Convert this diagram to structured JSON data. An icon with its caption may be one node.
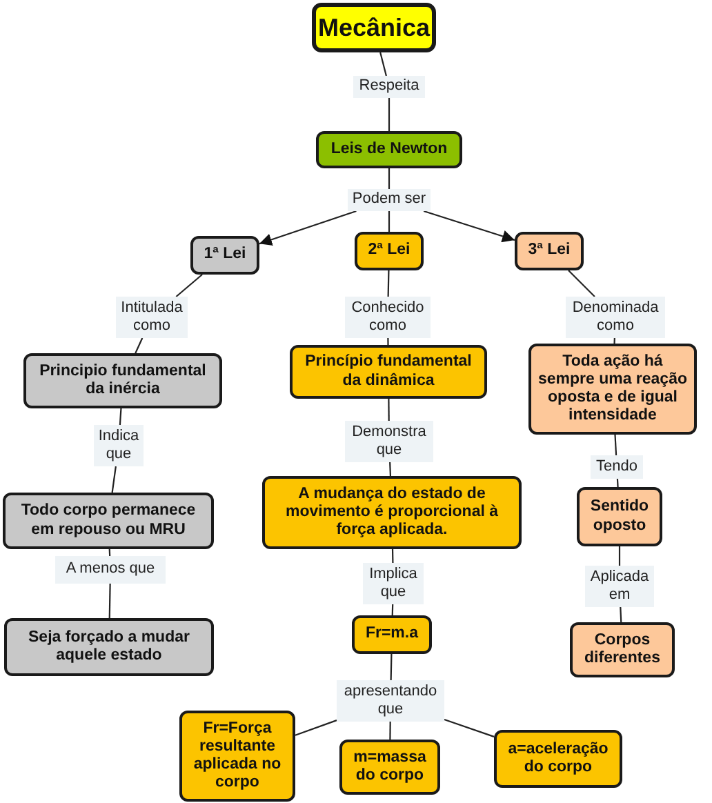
{
  "diagram": {
    "nodes": [
      {
        "text": [
          "Mecânica"
        ]
      },
      {
        "text": [
          "Respeita"
        ]
      },
      {
        "text": [
          "Leis de Newton"
        ]
      },
      {
        "text": [
          "Podem ser"
        ]
      },
      {
        "text": [
          "1ª Lei"
        ]
      },
      {
        "text": [
          "2ª Lei"
        ]
      },
      {
        "text": [
          "3ª Lei"
        ]
      },
      {
        "text": [
          "Intitulada como"
        ]
      },
      {
        "text": [
          "Conhecido como"
        ]
      },
      {
        "text": [
          "Denominada como"
        ]
      },
      {
        "text": [
          "Principio fundamental da inércia"
        ]
      },
      {
        "text": [
          "Princípio fundamental da dinâmica"
        ]
      },
      {
        "text": [
          "Toda ação há sempre uma reação oposta e de igual intensidade"
        ]
      },
      {
        "text": [
          "Indica que"
        ]
      },
      {
        "text": [
          "Demonstra que"
        ]
      },
      {
        "text": [
          "Tendo"
        ]
      },
      {
        "text": [
          "Todo corpo permanece em repouso ou MRU"
        ]
      },
      {
        "text": [
          "A mudança do estado de movimento é proporcional à força aplicada."
        ]
      },
      {
        "text": [
          "Sentido oposto"
        ]
      },
      {
        "text": [
          "A menos que"
        ]
      },
      {
        "text": [
          "Implica que"
        ]
      },
      {
        "text": [
          "Aplicada em"
        ]
      },
      {
        "text": [
          "Seja forçado a mudar aquele estado"
        ]
      },
      {
        "text": [
          "Fr=m.a"
        ]
      },
      {
        "text": [
          "Corpos diferentes"
        ]
      },
      {
        "text": [
          "apresentando que"
        ]
      },
      {
        "text": [
          "Fr=Força resultante aplicada no corpo"
        ]
      },
      {
        "text": [
          "m=massa do corpo"
        ]
      },
      {
        "text": [
          "a=aceleração do corpo"
        ]
      }
    ],
    "edges": [
      {
        "from": 0,
        "to": 1,
        "arrow": "none"
      },
      {
        "from": 1,
        "to": 2,
        "arrow": "none"
      },
      {
        "from": 2,
        "to": 3,
        "arrow": "none"
      },
      {
        "from": 3,
        "to": 4,
        "arrow": "to"
      },
      {
        "from": 3,
        "to": 5,
        "arrow": "none"
      },
      {
        "from": 3,
        "to": 6,
        "arrow": "to"
      },
      {
        "from": 4,
        "to": 7,
        "arrow": "none"
      },
      {
        "from": 7,
        "to": 10,
        "arrow": "none"
      },
      {
        "from": 5,
        "to": 8,
        "arrow": "none"
      },
      {
        "from": 8,
        "to": 11,
        "arrow": "none"
      },
      {
        "from": 6,
        "to": 9,
        "arrow": "none"
      },
      {
        "from": 9,
        "to": 12,
        "arrow": "none"
      },
      {
        "from": 10,
        "to": 13,
        "arrow": "none"
      },
      {
        "from": 13,
        "to": 16,
        "arrow": "none"
      },
      {
        "from": 11,
        "to": 14,
        "arrow": "none"
      },
      {
        "from": 14,
        "to": 17,
        "arrow": "none"
      },
      {
        "from": 12,
        "to": 15,
        "arrow": "none"
      },
      {
        "from": 15,
        "to": 18,
        "arrow": "none"
      },
      {
        "from": 16,
        "to": 19,
        "arrow": "none"
      },
      {
        "from": 19,
        "to": 22,
        "arrow": "none"
      },
      {
        "from": 17,
        "to": 20,
        "arrow": "none"
      },
      {
        "from": 20,
        "to": 23,
        "arrow": "none"
      },
      {
        "from": 18,
        "to": 21,
        "arrow": "none"
      },
      {
        "from": 21,
        "to": 24,
        "arrow": "none"
      },
      {
        "from": 23,
        "to": 25,
        "arrow": "none"
      },
      {
        "from": 25,
        "to": 26,
        "arrow": "none"
      },
      {
        "from": 25,
        "to": 27,
        "arrow": "none"
      },
      {
        "from": 25,
        "to": 28,
        "arrow": "none"
      }
    ]
  }
}
